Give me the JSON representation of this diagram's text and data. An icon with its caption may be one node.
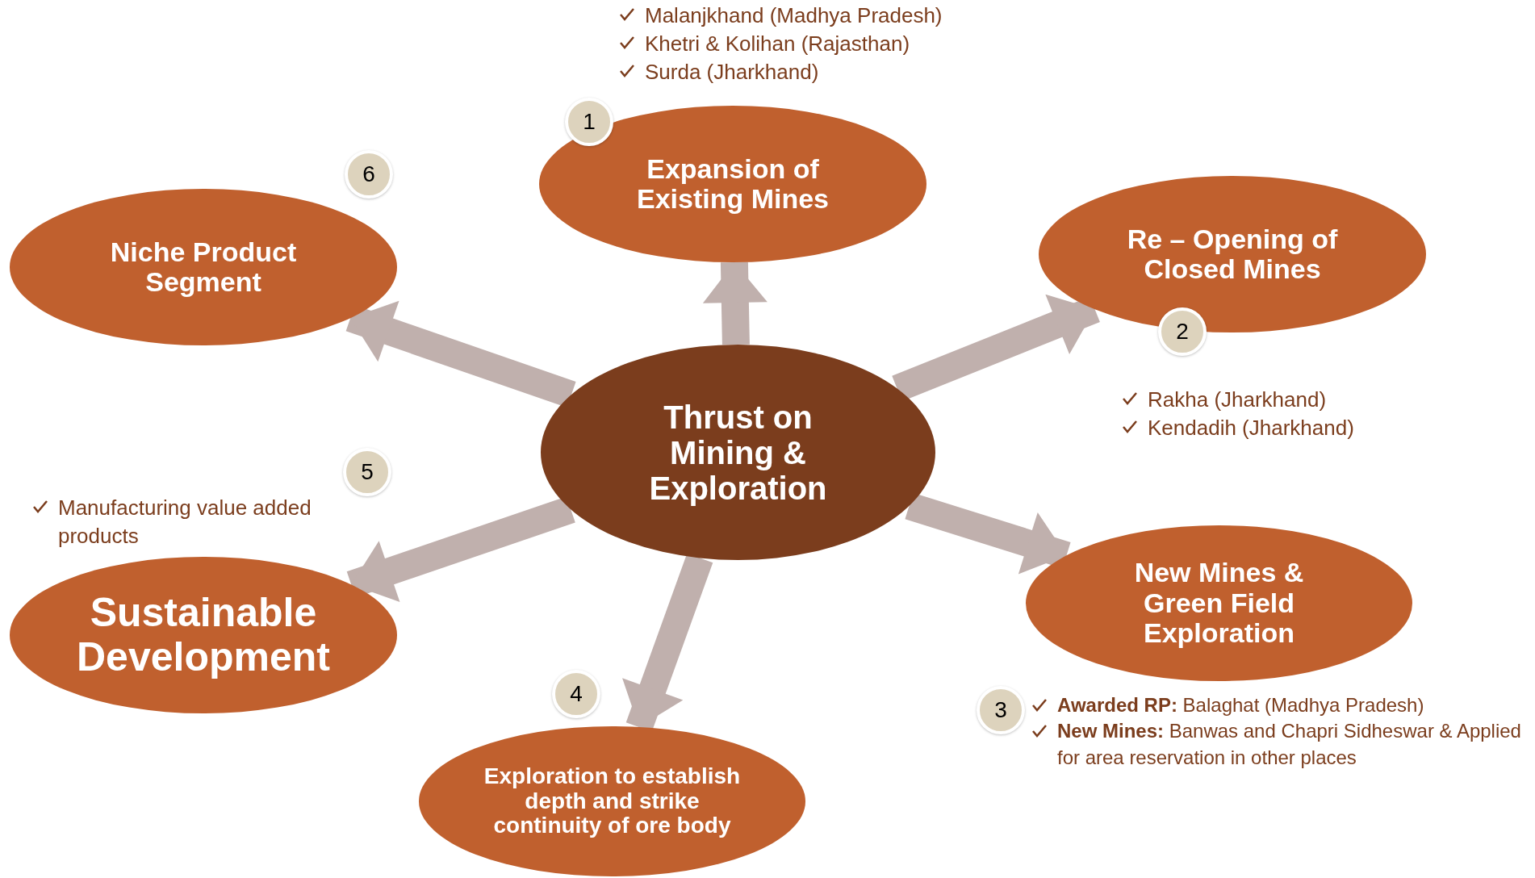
{
  "diagram": {
    "nodes": [
      {
        "text": [
          "Thrust on Mining & Exploration"
        ]
      },
      {
        "text": [
          "Expansion of Existing Mines"
        ],
        "beside": [
          "Malanjkhand (Madhya Pradesh)",
          "Khetri & Kolihan (Rajasthan)",
          "Surda (Jharkhand)"
        ]
      },
      {
        "text": [
          "1"
        ]
      },
      {
        "text": [
          "Re – Opening of Closed Mines"
        ],
        "beside": [
          "Rakha (Jharkhand)",
          "Kendadih (Jharkhand)"
        ]
      },
      {
        "text": [
          "2"
        ]
      },
      {
        "text": [
          "New Mines & Green Field Exploration"
        ],
        "beside": [
          "**Awarded RP:** Balaghat (Madhya Pradesh)",
          "**New Mines:** Banwas and Chapri Sidheswar & Applied for area reservation in other places"
        ]
      },
      {
        "text": [
          "3"
        ]
      },
      {
        "text": [
          "Exploration to establish depth and strike continuity of ore body"
        ]
      },
      {
        "text": [
          "4"
        ]
      },
      {
        "text": [
          "Sustainable Development"
        ],
        "beside": [
          "Manufacturing value added products"
        ]
      },
      {
        "text": [
          "5"
        ]
      },
      {
        "text": [
          "Niche Product Segment"
        ]
      },
      {
        "text": [
          "6"
        ]
      }
    ],
    "edges": [
      {
        "from": 0,
        "to": 1,
        "arrow": "to"
      },
      {
        "from": 0,
        "to": 3,
        "arrow": "to"
      },
      {
        "from": 0,
        "to": 5,
        "arrow": "to"
      },
      {
        "from": 0,
        "to": 7,
        "arrow": "to"
      },
      {
        "from": 0,
        "to": 9,
        "arrow": "to"
      },
      {
        "from": 0,
        "to": 11,
        "arrow": "to"
      }
    ]
  }
}
